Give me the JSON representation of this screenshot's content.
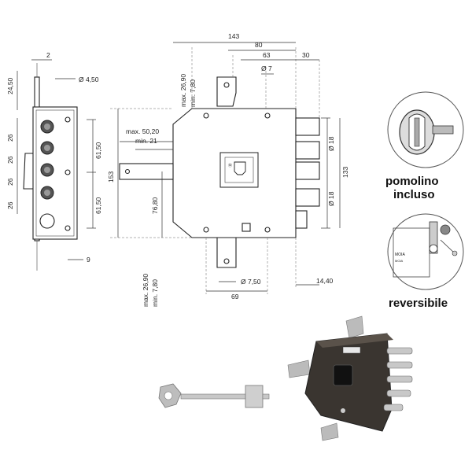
{
  "dimensions": {
    "top": {
      "d143": "143",
      "max2690": "max. 26,90",
      "min780": "min. 7,80",
      "d80": "80",
      "d63": "63",
      "d30": "30",
      "phi7": "Ø 7"
    },
    "front": {
      "d2": "2",
      "d2450": "24,50",
      "phi450": "Ø 4,50",
      "d26_a": "26",
      "d26_b": "26",
      "d26_c": "26",
      "d26_d": "26",
      "d6150_a": "61,50",
      "d6150_b": "61,50",
      "d9": "9"
    },
    "case": {
      "max5020": "max. 50,20",
      "min21": "min. 21",
      "d153": "153",
      "d7680": "76,80",
      "phi18_a": "Ø 18",
      "phi18_b": "Ø 18",
      "d133": "133"
    },
    "bottom": {
      "max2690": "max. 26,90",
      "min780": "min. 7,80",
      "phi750": "Ø 7,50",
      "d69": "69",
      "d1440": "14,40"
    }
  },
  "features": {
    "pomolino_line1": "pomolino",
    "pomolino_line2": "incluso",
    "reversibile": "reversibile",
    "mini_label_a": "MOIA",
    "mini_label_b": "MOIA"
  },
  "colors": {
    "lock_body": "#3a3530",
    "bolts": "#c8c8c8",
    "key": "#bdbdbd"
  }
}
